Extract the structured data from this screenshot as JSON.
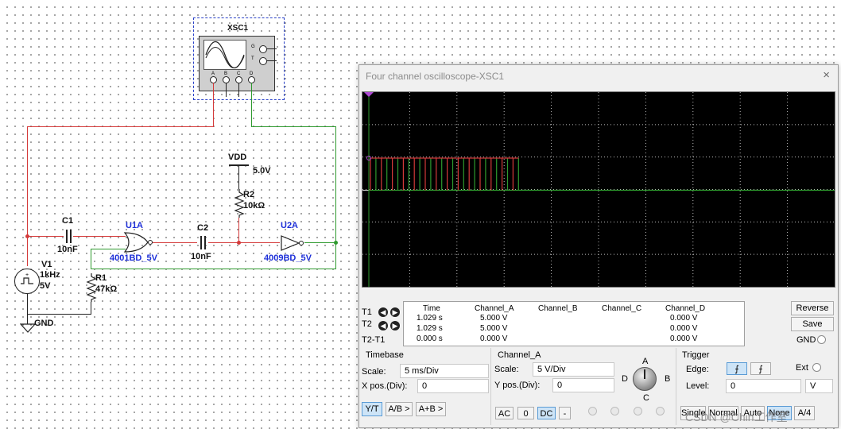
{
  "circuit": {
    "oscilloscope_symbol": {
      "ref": "XSC1",
      "terminals": [
        "A",
        "B",
        "C",
        "D"
      ],
      "side_terminals": [
        "G",
        "T"
      ]
    },
    "vdd": {
      "label": "VDD",
      "voltage": "5.0V"
    },
    "r2": {
      "ref": "R2",
      "value": "10kΩ"
    },
    "c1": {
      "ref": "C1",
      "value": "10nF"
    },
    "u1a": {
      "ref": "U1A",
      "part": "4001BD_5V"
    },
    "c2": {
      "ref": "C2",
      "value": "10nF"
    },
    "u2a": {
      "ref": "U2A",
      "part": "4009BD_5V"
    },
    "v1": {
      "ref": "V1",
      "freq": "1kHz",
      "amp": "5V"
    },
    "r1": {
      "ref": "R1",
      "value": "47kΩ"
    },
    "gnd": {
      "label": "GND"
    }
  },
  "scope": {
    "title": "Four channel oscilloscope-XSC1",
    "close_icon": "×",
    "trace_colors": {
      "channel_a": "#d43a3a",
      "channel_d": "#2e9a2e",
      "marker": "#b04ad6"
    },
    "readout": {
      "headers": [
        "Time",
        "Channel_A",
        "Channel_B",
        "Channel_C",
        "Channel_D"
      ],
      "row_labels": [
        "T1",
        "T2",
        "T2-T1"
      ],
      "rows": [
        [
          "1.029 s",
          "5.000 V",
          "",
          "",
          "0.000 V"
        ],
        [
          "1.029 s",
          "5.000 V",
          "",
          "",
          "0.000 V"
        ],
        [
          "0.000 s",
          "0.000 V",
          "",
          "",
          "0.000 V"
        ]
      ]
    },
    "buttons": {
      "reverse": "Reverse",
      "save": "Save",
      "gnd": "GND"
    },
    "timebase": {
      "title": "Timebase",
      "scale_label": "Scale:",
      "scale_value": "5 ms/Div",
      "xpos_label": "X pos.(Div):",
      "xpos_value": "0",
      "modes": [
        "Y/T",
        "A/B >",
        "A+B >"
      ]
    },
    "channel": {
      "title": "Channel_A",
      "scale_label": "Scale:",
      "scale_value": "5  V/Div",
      "ypos_label": "Y pos.(Div):",
      "ypos_value": "0",
      "coupling": [
        "AC",
        "0",
        "DC",
        "-"
      ],
      "knob_labels": [
        "A",
        "B",
        "C",
        "D"
      ]
    },
    "trigger": {
      "title": "Trigger",
      "edge_label": "Edge:",
      "ext_label": "Ext",
      "level_label": "Level:",
      "level_value": "0",
      "level_unit": "V",
      "modes": [
        "Single",
        "Normal",
        "Auto",
        "None",
        "A/4"
      ]
    },
    "watermark": "CSDN @Chin工作室"
  }
}
